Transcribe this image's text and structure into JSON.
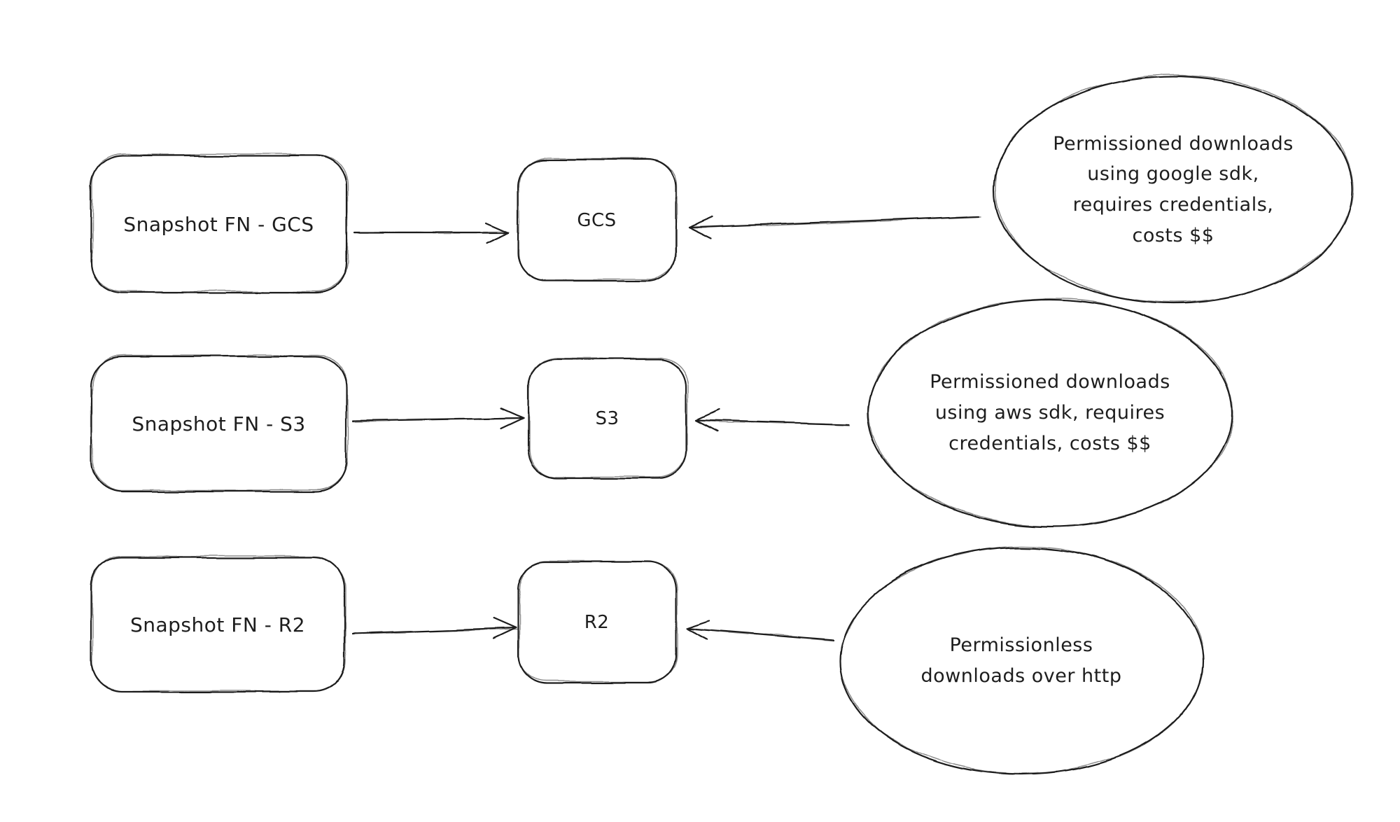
{
  "colors": {
    "stroke": "#1f1f1f",
    "background": "#ffffff",
    "text": "#1d1d1d"
  },
  "rows": [
    {
      "source_label": "Snapshot FN - GCS",
      "target_label": "GCS",
      "note": "Permissioned downloads\nusing google sdk,\nrequires credentials,\ncosts $$"
    },
    {
      "source_label": "Snapshot FN - S3",
      "target_label": "S3",
      "note": "Permissioned downloads\nusing aws sdk, requires\ncredentials, costs $$"
    },
    {
      "source_label": "Snapshot FN - R2",
      "target_label": "R2",
      "note": "Permissionless\ndownloads over http"
    }
  ]
}
